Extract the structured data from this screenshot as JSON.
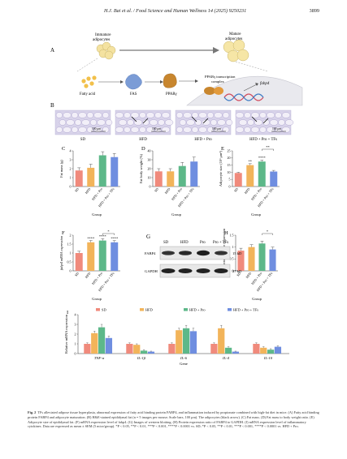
{
  "header": {
    "journal": "H.J. Bai et al. / Food Science and Human Wellness 14 (2025) 9250231",
    "page": "3899"
  },
  "panelA": {
    "letter": "A",
    "immature": "Immature",
    "immature2": "adipocytes",
    "mature": "Mature",
    "mature2": "adipocytes",
    "fatty_acid": "Fatty acid",
    "fas": "FAS",
    "ppar": "PPARγ",
    "complex1": "PPARγ transcription",
    "complex2": "complex",
    "gene": "fabp4"
  },
  "panelB": {
    "letter": "B",
    "labels": [
      "SD",
      "HFD",
      "HFD + Pro",
      "HFD + Pro + TFs"
    ],
    "scalebar": "100 μm"
  },
  "colors": {
    "sd": "#f08a7c",
    "hfd": "#f2b45a",
    "pro": "#5db889",
    "tfs": "#6f8ee0"
  },
  "group_label": "Group",
  "gene_label": "Gene",
  "categories": [
    "SD",
    "HFD",
    "HFD + Pro",
    "HFD + Pro + TFs"
  ],
  "chart_data": [
    {
      "id": "C",
      "type": "bar",
      "letter": "C",
      "ylabel": "Fat mass (g)",
      "ylim": [
        0,
        4
      ],
      "yticks": [
        0,
        1,
        2,
        3,
        4
      ],
      "categories": [
        "SD",
        "HFD",
        "HFD + Pro",
        "HFD + Pro + TFs"
      ],
      "values": [
        1.8,
        2.1,
        3.5,
        3.3
      ],
      "errors": [
        0.3,
        0.4,
        0.4,
        0.4
      ],
      "stars": [
        "",
        "",
        "",
        ""
      ]
    },
    {
      "id": "D",
      "type": "bar",
      "letter": "D",
      "ylabel": "Fat body weight (%)",
      "ylim": [
        0,
        40
      ],
      "yticks": [
        0,
        10,
        20,
        30,
        40
      ],
      "categories": [
        "SD",
        "HFD",
        "HFD + Pro",
        "HFD + Pro + TFs"
      ],
      "values": [
        17,
        17,
        23,
        28
      ],
      "errors": [
        3,
        3,
        4,
        5
      ],
      "stars": [
        "",
        "",
        "",
        ""
      ]
    },
    {
      "id": "E",
      "type": "bar",
      "letter": "E",
      "ylabel": "Adipocyte size (10³ μm²)",
      "ylim": [
        0,
        25
      ],
      "yticks": [
        0,
        5,
        10,
        15,
        20,
        25
      ],
      "categories": [
        "SD",
        "HFD",
        "HFD + Pro",
        "HFD + Pro + TFs"
      ],
      "values": [
        9.5,
        15,
        17.5,
        10.5
      ],
      "errors": [
        0.5,
        1,
        1,
        0.8
      ],
      "stars": [
        "",
        "**",
        "****",
        ""
      ],
      "bracket": "**"
    },
    {
      "id": "F",
      "type": "bar",
      "letter": "F",
      "ylabel": "fabp4 mRNA expression",
      "ylim": [
        0,
        2.0
      ],
      "yticks": [
        0,
        0.5,
        1.0,
        1.5,
        2.0
      ],
      "categories": [
        "SD",
        "HFD",
        "HFD + Pro",
        "HFD + Pro + TFs"
      ],
      "values": [
        1.0,
        1.6,
        1.7,
        1.6
      ],
      "errors": [
        0.1,
        0.1,
        0.1,
        0.1
      ],
      "stars": [
        "",
        "****",
        "****",
        "****"
      ],
      "bracket": "*"
    },
    {
      "id": "H",
      "type": "bar",
      "letter": "H",
      "ylabel": "FABP4 protein relative expression",
      "ylim": [
        0,
        1.5
      ],
      "yticks": [
        0,
        0.5,
        1.0,
        1.5
      ],
      "categories": [
        "SD",
        "HFD",
        "HFD + Pro",
        "HFD + Pro + TFs"
      ],
      "values": [
        0.85,
        1.0,
        1.15,
        0.9
      ],
      "errors": [
        0.1,
        0.1,
        0.1,
        0.1
      ],
      "stars": [
        "",
        "",
        "",
        ""
      ],
      "bracket": "*"
    },
    {
      "id": "I",
      "type": "bar",
      "letter": "I",
      "ylabel": "Relative mRNA expression",
      "ylim": [
        0,
        4
      ],
      "yticks": [
        0,
        1,
        2,
        3,
        4
      ],
      "categories": [
        "TNF-α",
        "IL-1β",
        "IL-6",
        "IL-4",
        "IL-10"
      ],
      "series": [
        {
          "name": "SD",
          "values": [
            1.0,
            1.0,
            1.0,
            1.0,
            1.0
          ],
          "errors": [
            0.1,
            0.1,
            0.1,
            0.1,
            0.1
          ]
        },
        {
          "name": "HFD",
          "values": [
            2.1,
            0.9,
            2.4,
            2.6,
            0.6
          ],
          "errors": [
            0.2,
            0.1,
            0.2,
            0.3,
            0.1
          ]
        },
        {
          "name": "HFD + Pro",
          "values": [
            2.7,
            0.3,
            2.6,
            0.6,
            0.4
          ],
          "errors": [
            0.3,
            0.1,
            0.3,
            0.1,
            0.1
          ]
        },
        {
          "name": "HFD + Pro + TFs",
          "values": [
            1.6,
            0.2,
            2.3,
            0.2,
            0.7
          ],
          "errors": [
            0.2,
            0.05,
            0.3,
            0.05,
            0.1
          ]
        }
      ]
    }
  ],
  "panelG": {
    "letter": "G",
    "lanes": [
      "SD",
      "HFD",
      "Pro",
      "Pro + TFs"
    ],
    "bands": [
      {
        "name": "FABP4",
        "size": "15 kD"
      },
      {
        "name": "GAPDH",
        "size": "37 kD"
      }
    ]
  },
  "caption": {
    "title": "Fig. 2",
    "text": "TFs alleviated adipose tissue hyperplasia, abnormal expression of fatty acid binding protein FABP4, and inflammation induced by propionate combined with high-fat diet in mice. (A) Fatty acid binding protein FABP4 and adipocyte maturation. (B) H&E-stained epididymal fat (n = 5 images per mouse; Scale bars, 100 μm). The adipocytes (black arrow). (C) Fat mass. (D) Fat mass to body weight ratio. (E) Adipocyte size of epididymal fat. (F) mRNA expression level of fabp4. (G) Images of western blotting. (H) Protein expression ratio of FABP4 to GAPDH. (I) mRNA expression level of inflammatory cytokines. Data are expressed as mean ± SEM (5 mice/group). *P < 0.05, **P < 0.01, ***P < 0.001, ****P < 0.0001 vs. SD; *P < 0.05, **P < 0.01, ***P < 0.001, ****P < 0.0001 vs. HFD + Pro."
  }
}
